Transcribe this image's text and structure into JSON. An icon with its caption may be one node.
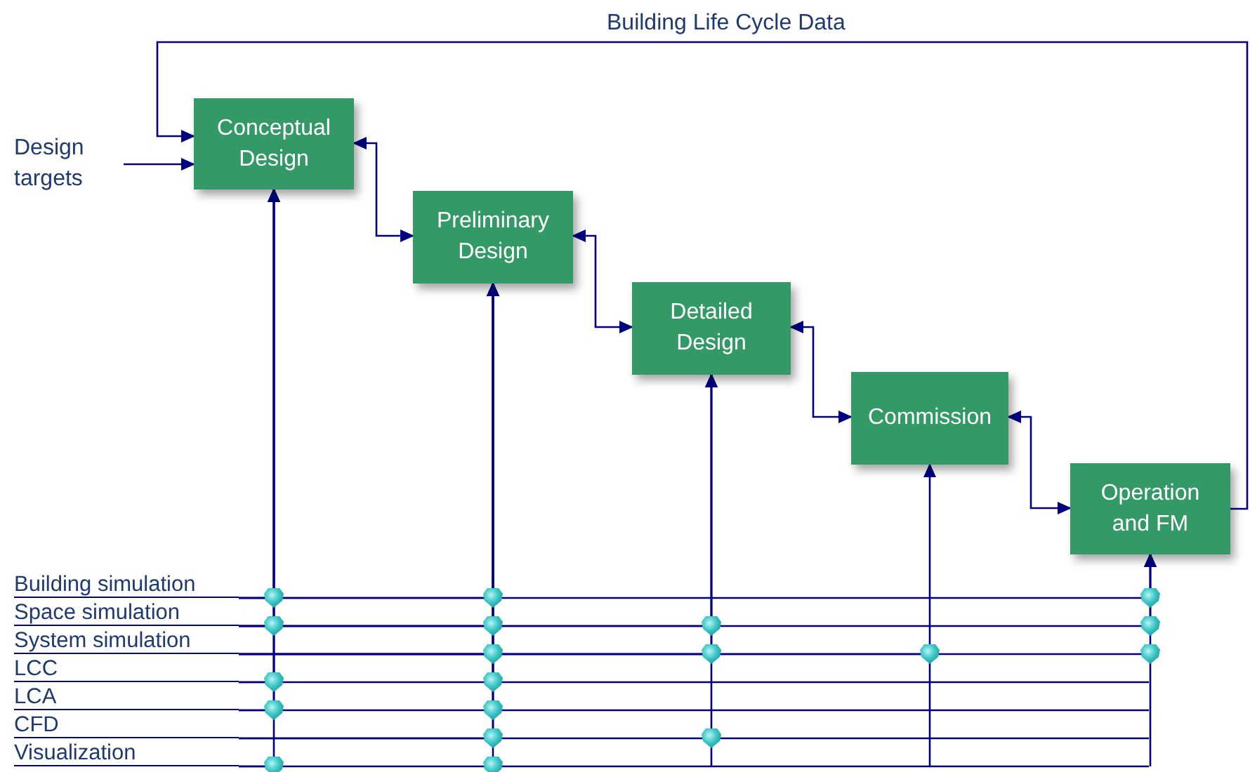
{
  "diagram": {
    "nodes": [
      {
        "text": [
          "Design targets"
        ]
      },
      {
        "text": [
          "Conceptual Design"
        ]
      },
      {
        "text": [
          "Preliminary Design"
        ]
      },
      {
        "text": [
          "Detailed Design"
        ]
      },
      {
        "text": [
          "Commission"
        ]
      },
      {
        "text": [
          "Operation and FM"
        ]
      },
      {
        "text": [
          "Building simulation"
        ]
      },
      {
        "text": [
          "Space simulation"
        ]
      },
      {
        "text": [
          "System simulation"
        ]
      },
      {
        "text": [
          "LCC"
        ]
      },
      {
        "text": [
          "LCA"
        ]
      },
      {
        "text": [
          "CFD"
        ]
      },
      {
        "text": [
          "Visualization"
        ]
      }
    ],
    "edges": [
      {
        "from": 0,
        "to": 1,
        "arrow": "to"
      },
      {
        "from": 5,
        "to": 1,
        "arrow": "to",
        "label": "Building Life Cycle Data"
      },
      {
        "from": 1,
        "to": 2,
        "arrow": "both"
      },
      {
        "from": 2,
        "to": 3,
        "arrow": "both"
      },
      {
        "from": 3,
        "to": 4,
        "arrow": "both"
      },
      {
        "from": 4,
        "to": 5,
        "arrow": "both"
      },
      {
        "from": 6,
        "to": 1,
        "arrow": "to"
      },
      {
        "from": 7,
        "to": 1,
        "arrow": "to"
      },
      {
        "from": 9,
        "to": 1,
        "arrow": "to"
      },
      {
        "from": 10,
        "to": 1,
        "arrow": "to"
      },
      {
        "from": 12,
        "to": 1,
        "arrow": "to"
      },
      {
        "from": 6,
        "to": 2,
        "arrow": "to"
      },
      {
        "from": 7,
        "to": 2,
        "arrow": "to"
      },
      {
        "from": 8,
        "to": 2,
        "arrow": "to"
      },
      {
        "from": 9,
        "to": 2,
        "arrow": "to"
      },
      {
        "from": 10,
        "to": 2,
        "arrow": "to"
      },
      {
        "from": 11,
        "to": 2,
        "arrow": "to"
      },
      {
        "from": 12,
        "to": 2,
        "arrow": "to"
      },
      {
        "from": 7,
        "to": 3,
        "arrow": "to"
      },
      {
        "from": 8,
        "to": 3,
        "arrow": "to"
      },
      {
        "from": 11,
        "to": 3,
        "arrow": "to"
      },
      {
        "from": 8,
        "to": 4,
        "arrow": "to"
      },
      {
        "from": 6,
        "to": 5,
        "arrow": "to"
      },
      {
        "from": 7,
        "to": 5,
        "arrow": "to"
      },
      {
        "from": 8,
        "to": 5,
        "arrow": "to"
      }
    ]
  }
}
